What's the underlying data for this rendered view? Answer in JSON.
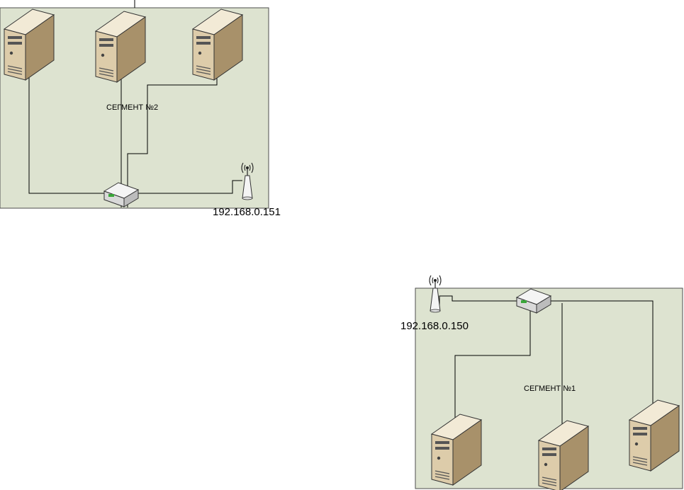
{
  "colors": {
    "segment_fill": "#dde3d0",
    "segment_border": "#4d4d4d",
    "wire": "#000000",
    "server_body": "#d8c9a8",
    "server_top": "#f0e6d0",
    "server_side": "#a8916a",
    "router_body": "#e8e8e8",
    "router_led": "#3aa63a"
  },
  "segments": [
    {
      "id": "segment-2",
      "label": "СЕГМЕНТ №2",
      "access_point_ip": "192.168.0.151",
      "servers": [
        "server",
        "server",
        "server"
      ],
      "router": "router",
      "access_point": "wireless-access-point"
    },
    {
      "id": "segment-1",
      "label": "СЕГМЕНТ №1",
      "access_point_ip": "192.168.0.150",
      "servers": [
        "server",
        "server",
        "server"
      ],
      "router": "router",
      "access_point": "wireless-access-point"
    }
  ]
}
